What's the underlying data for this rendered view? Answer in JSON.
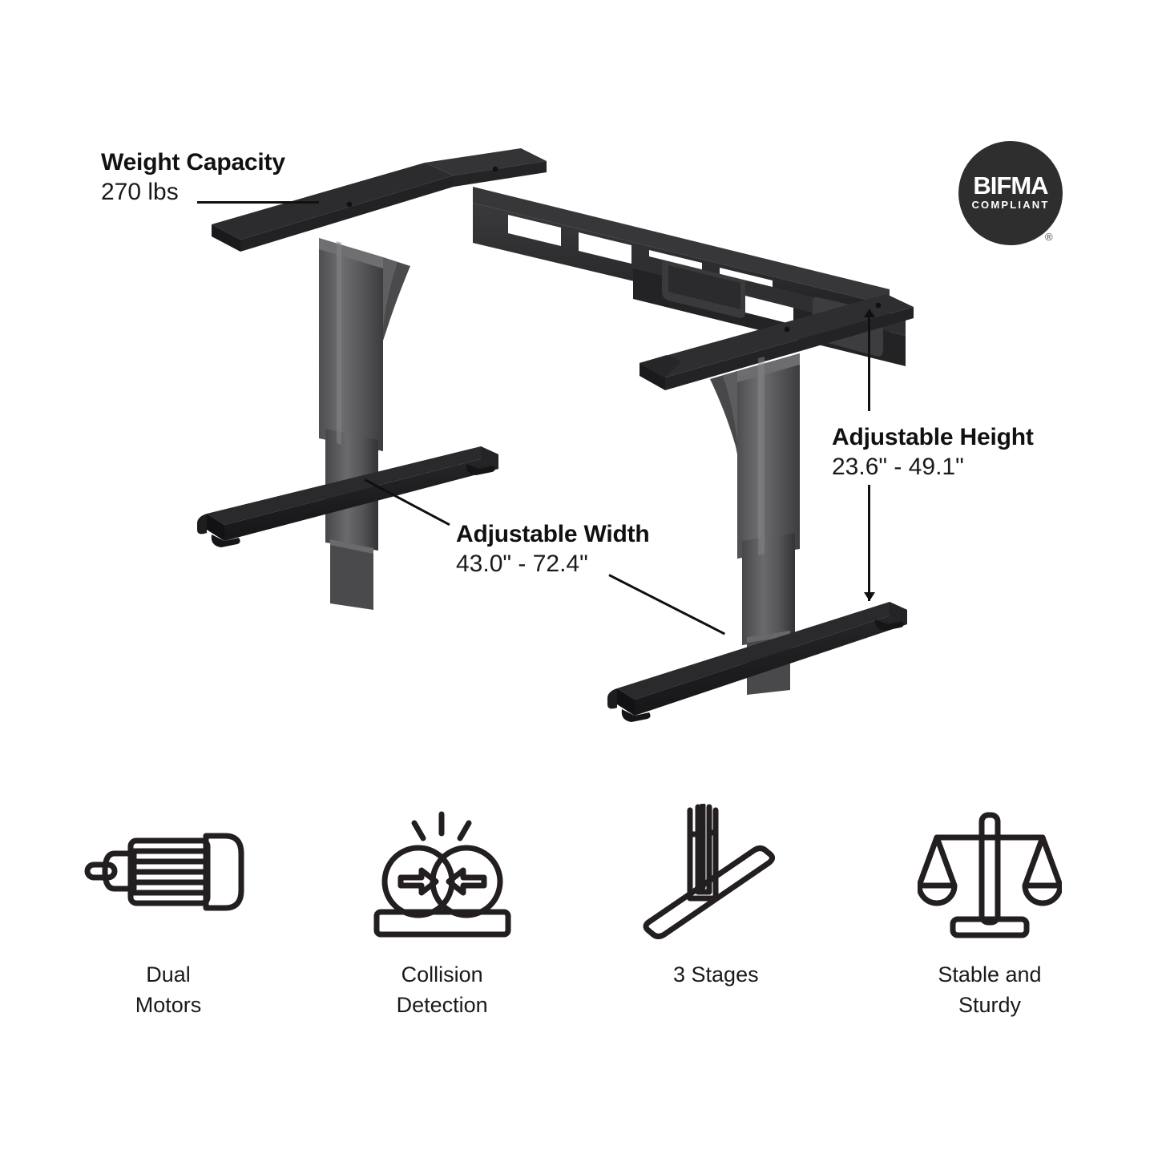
{
  "product": {
    "illustration_name": "standing-desk-frame",
    "frame_color_dark": "#1d1d1f",
    "frame_color_mid": "#5a5a5c",
    "frame_color_light": "#7c7c7e"
  },
  "callouts": [
    {
      "id": "weight",
      "title": "Weight Capacity",
      "value": "270 lbs"
    },
    {
      "id": "height",
      "title": "Adjustable Height",
      "value": "23.6\" - 49.1\""
    },
    {
      "id": "width",
      "title": "Adjustable Width",
      "value": "43.0\" - 72.4\""
    }
  ],
  "badge": {
    "name": "bifma-compliant-badge",
    "main": "BIFMA",
    "sub": "COMPLIANT",
    "registered_mark": "®",
    "circle_color": "#2e2e2e",
    "text_color": "#ffffff"
  },
  "features": [
    {
      "icon": "motor-icon",
      "label": "Dual\nMotors"
    },
    {
      "icon": "collision-icon",
      "label": "Collision\nDetection"
    },
    {
      "icon": "three-stage-icon",
      "label": "3 Stages"
    },
    {
      "icon": "scales-icon",
      "label": "Stable and\nSturdy"
    }
  ],
  "colors": {
    "background": "#ffffff",
    "text": "#111111",
    "leader_line": "#101010"
  }
}
